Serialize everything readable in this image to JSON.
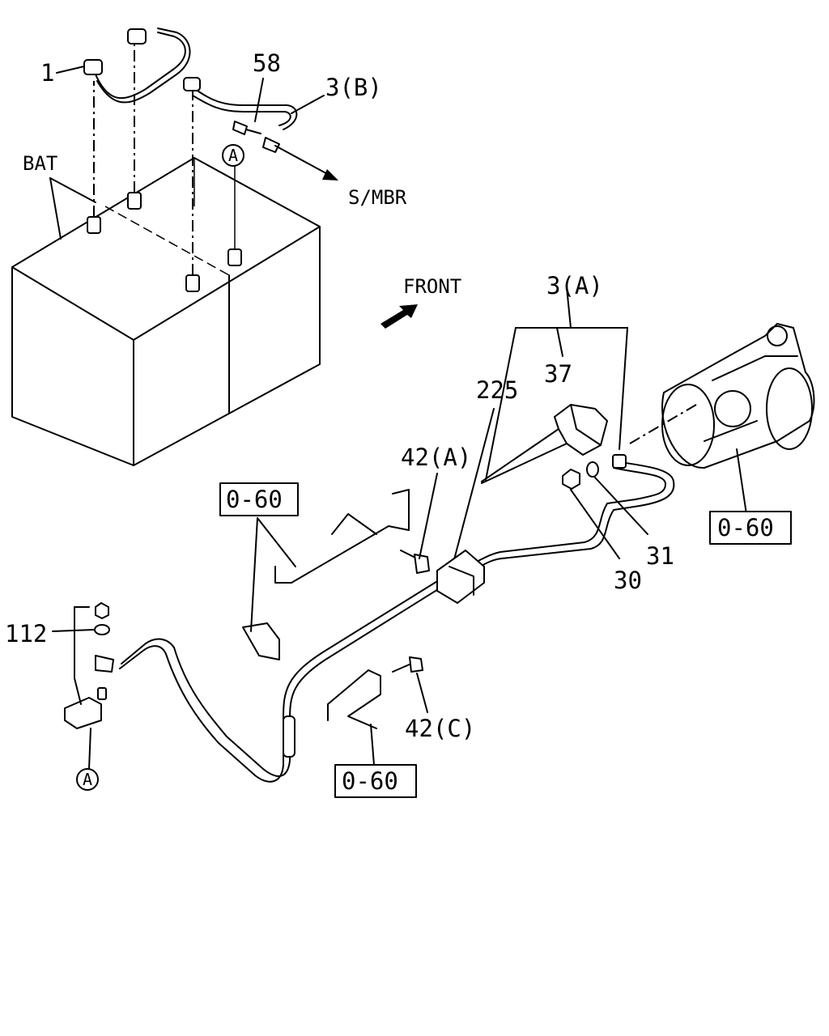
{
  "labels": {
    "part_1": "1",
    "part_58": "58",
    "part_3b": "3(B)",
    "bat": "BAT",
    "circle_a_top": "A",
    "s_mbr": "S/MBR",
    "front": "FRONT",
    "part_3a": "3(A)",
    "part_37": "37",
    "part_225": "225",
    "part_42a": "42(A)",
    "ref_060_left": "0-60",
    "ref_060_right": "0-60",
    "ref_060_bottom": "0-60",
    "part_31": "31",
    "part_30": "30",
    "part_112": "112",
    "part_42c": "42(C)",
    "circle_a_bottom": "A"
  }
}
